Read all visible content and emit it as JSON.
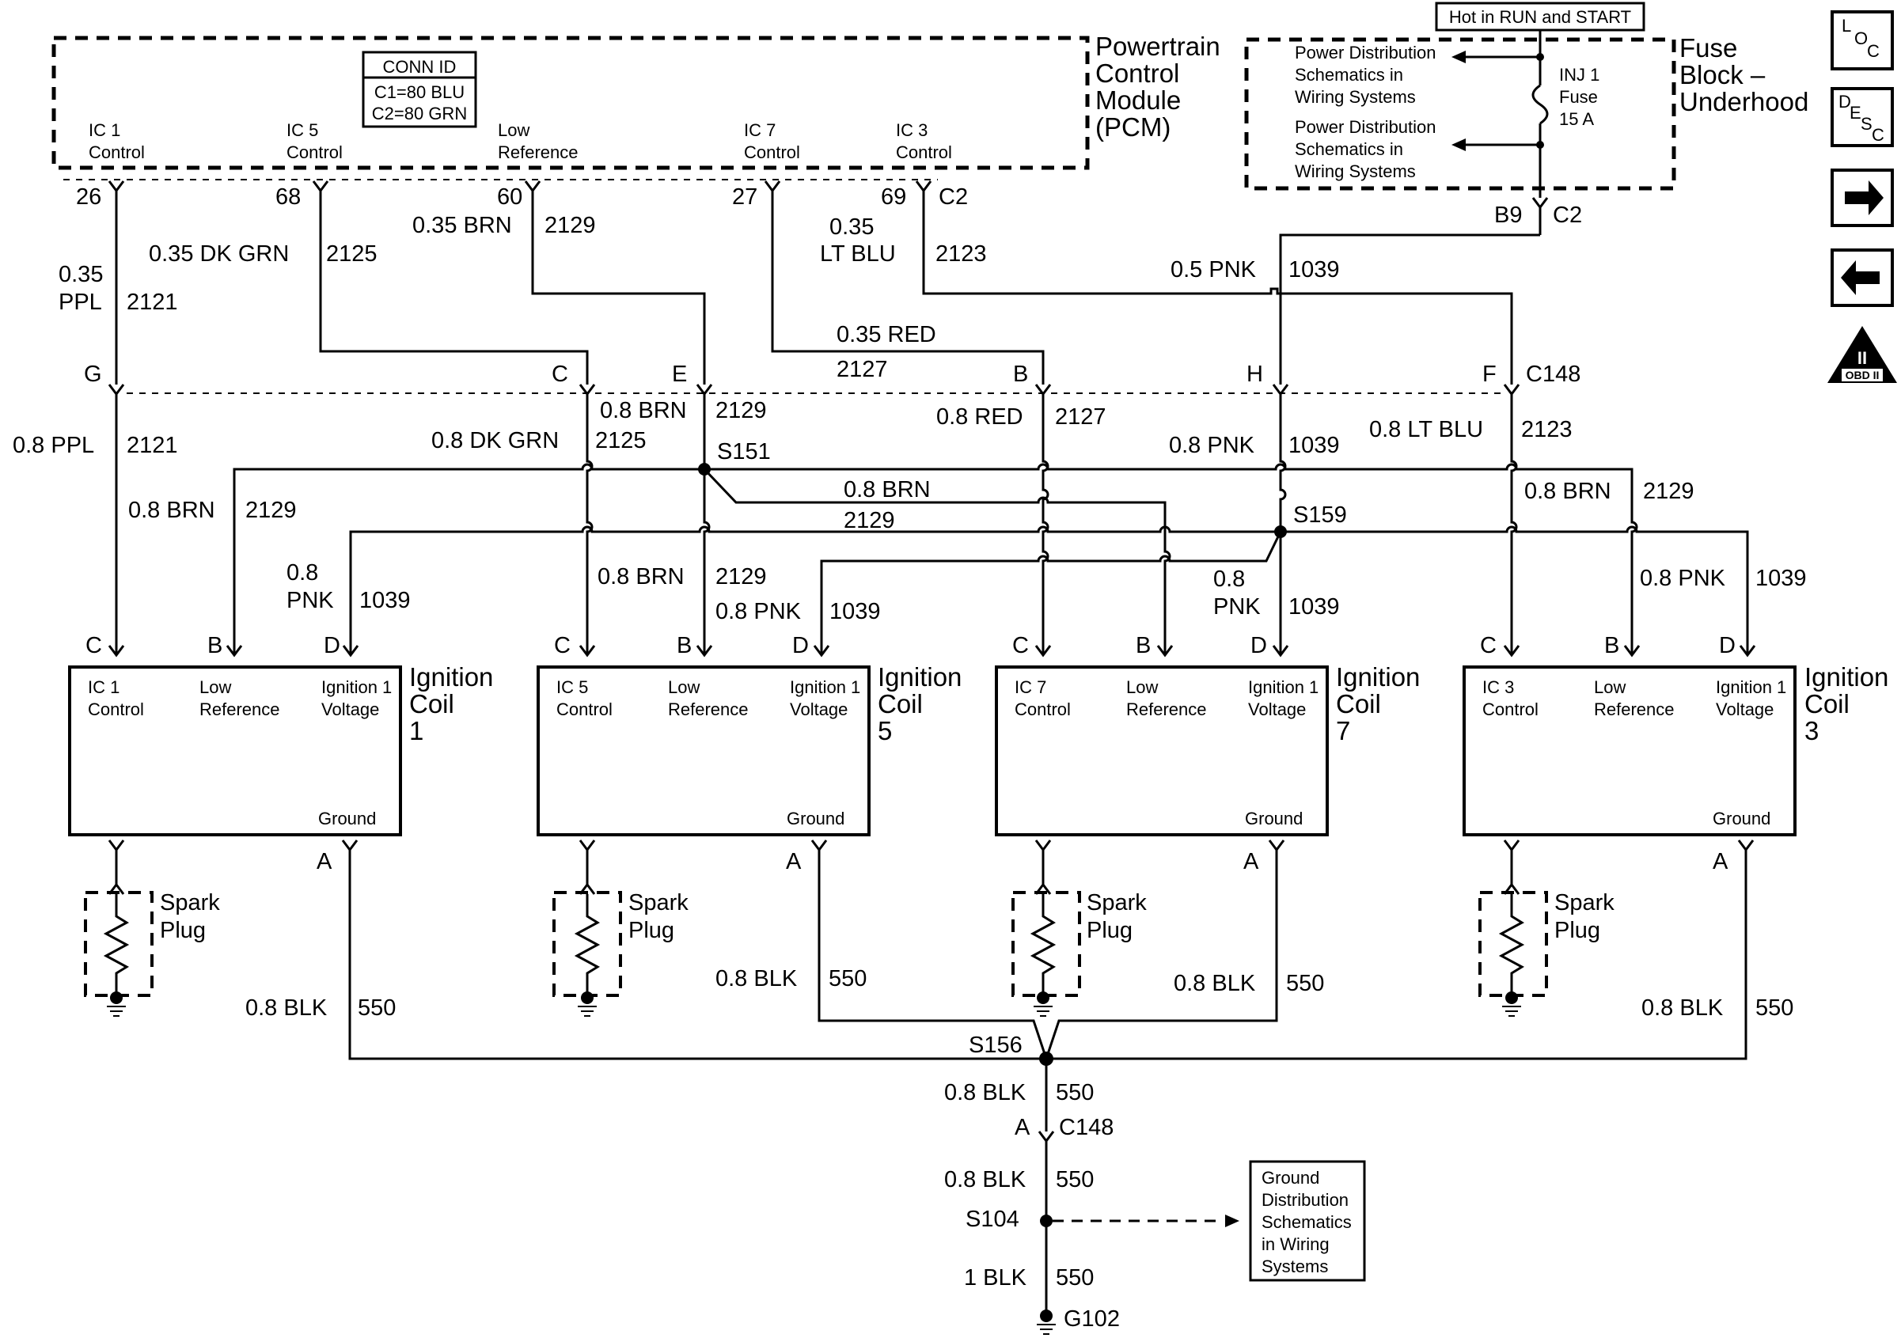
{
  "pcm": {
    "title": [
      "Powertrain",
      "Control",
      "Module",
      "(PCM)"
    ],
    "conn_id": {
      "header": "CONN ID",
      "c1": "C1=80 BLU",
      "c2": "C2=80 GRN"
    },
    "pins": [
      {
        "name1": "IC 1",
        "name2": "Control",
        "pin": "26"
      },
      {
        "name1": "IC 5",
        "name2": "Control",
        "pin": "68"
      },
      {
        "name1": "Low",
        "name2": "Reference",
        "pin": "60"
      },
      {
        "name1": "IC 7",
        "name2": "Control",
        "pin": "27"
      },
      {
        "name1": "IC 3",
        "name2": "Control",
        "pin": "69"
      }
    ],
    "connector": "C2"
  },
  "fuse_block": {
    "hot_label": "Hot in RUN and START",
    "title": [
      "Fuse",
      "Block –",
      "Underhood"
    ],
    "ref1": [
      "Power Distribution",
      "Schematics in",
      "Wiring Systems"
    ],
    "ref2": [
      "Power Distribution",
      "Schematics in",
      "Wiring Systems"
    ],
    "fuse": [
      "INJ 1",
      "Fuse",
      "15 A"
    ],
    "pin": "B9",
    "connector": "C2"
  },
  "nav": {
    "loc": [
      "L",
      "O",
      "C"
    ],
    "desc": [
      "D",
      "E",
      "S",
      "C"
    ],
    "obd": [
      "II",
      "OBD II"
    ]
  },
  "upper_wires": {
    "w2121": {
      "gauge1": "0.35",
      "gauge2": "PPL",
      "circuit": "2121"
    },
    "w2125": {
      "gauge": "0.35 DK GRN",
      "circuit": "2125"
    },
    "w2129": {
      "gauge": "0.35 BRN",
      "circuit": "2129"
    },
    "w2127": {
      "gauge": "0.35 RED",
      "circuit": "2127"
    },
    "w2123": {
      "gauge1": "0.35",
      "gauge2": "LT BLU",
      "circuit": "2123"
    },
    "w1039": {
      "gauge": "0.5 PNK",
      "circuit": "1039"
    }
  },
  "c148": {
    "name": "C148",
    "pins": [
      "G",
      "C",
      "E",
      "B",
      "H",
      "F"
    ]
  },
  "lower_wires": {
    "ppl": {
      "gauge": "0.8 PPL",
      "circuit": "2121"
    },
    "dkgrn": {
      "gauge": "0.8 DK GRN",
      "circuit": "2125"
    },
    "brn_e": {
      "gauge": "0.8 BRN",
      "circuit": "2129"
    },
    "red": {
      "gauge": "0.8 RED",
      "circuit": "2127"
    },
    "pnk_h": {
      "gauge": "0.8 PNK",
      "circuit": "1039"
    },
    "ltblu": {
      "gauge": "0.8 LT BLU",
      "circuit": "2123"
    },
    "brn_mid": {
      "gauge": "0.8 BRN",
      "circuit": "2129"
    },
    "brn_c1": {
      "gauge": "0.8 BRN",
      "circuit": "2129"
    },
    "pnk_c1": {
      "gauge1": "0.8",
      "gauge2": "PNK",
      "circuit": "1039"
    },
    "brn_c5": {
      "gauge": "0.8 BRN",
      "circuit": "2129"
    },
    "pnk_c5": {
      "gauge": "0.8 PNK",
      "circuit": "1039"
    },
    "pnk_c7": {
      "gauge1": "0.8",
      "gauge2": "PNK",
      "circuit": "1039"
    },
    "brn_c3": {
      "gauge": "0.8 BRN",
      "circuit": "2129"
    },
    "pnk_c3": {
      "gauge": "0.8 PNK",
      "circuit": "1039"
    }
  },
  "splices": {
    "s151": "S151",
    "s159": "S159",
    "s156": "S156",
    "s104": "S104"
  },
  "coil_pins": {
    "c": "C",
    "b": "B",
    "d": "D",
    "a": "A"
  },
  "coil_labels": {
    "ic": [
      "IC 1",
      "IC 5",
      "IC 7",
      "IC 3"
    ],
    "control": "Control",
    "low1": "Low",
    "low2": "Reference",
    "ign1": "Ignition 1",
    "ign2": "Voltage",
    "ground": "Ground",
    "title1": "Ignition",
    "title2": "Coil",
    "numbers": [
      "1",
      "5",
      "7",
      "3"
    ]
  },
  "spark_plug": [
    "Spark",
    "Plug"
  ],
  "ground": {
    "coil_wire": {
      "gauge": "0.8 BLK",
      "circuit": "550"
    },
    "trunk1": {
      "gauge": "0.8 BLK",
      "circuit": "550"
    },
    "c148_pin": "A",
    "c148": "C148",
    "trunk2": {
      "gauge": "0.8 BLK",
      "circuit": "550"
    },
    "trunk3": {
      "gauge": "1 BLK",
      "circuit": "550"
    },
    "g102": "G102",
    "ref": [
      "Ground",
      "Distribution",
      "Schematics",
      "in Wiring",
      "Systems"
    ]
  }
}
